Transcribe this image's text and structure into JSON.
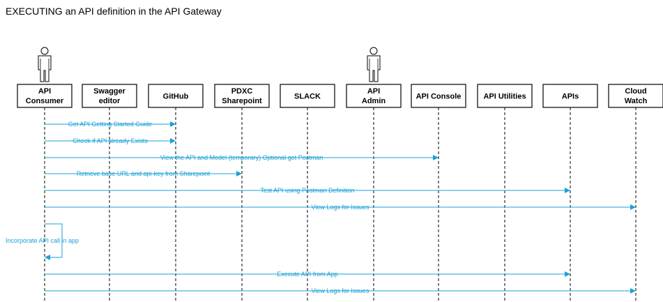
{
  "title": "EXECUTING an API definition in the API Gateway",
  "colors": {
    "message": "#1aa0d8",
    "lifeline": "#000000",
    "box_border": "#000000"
  },
  "participants": [
    {
      "id": "consumer",
      "label": [
        "API",
        "Consumer"
      ],
      "actor": true
    },
    {
      "id": "swagger",
      "label": [
        "Swagger",
        "editor"
      ],
      "actor": false
    },
    {
      "id": "github",
      "label": [
        "GitHub"
      ],
      "actor": false
    },
    {
      "id": "pdxc",
      "label": [
        "PDXC",
        "Sharepoint"
      ],
      "actor": false
    },
    {
      "id": "slack",
      "label": [
        "SLACK"
      ],
      "actor": false
    },
    {
      "id": "admin",
      "label": [
        "API",
        "Admin"
      ],
      "actor": true
    },
    {
      "id": "console",
      "label": [
        "API Console"
      ],
      "actor": false
    },
    {
      "id": "utilities",
      "label": [
        "API Utilities"
      ],
      "actor": false
    },
    {
      "id": "apis",
      "label": [
        "APIs"
      ],
      "actor": false
    },
    {
      "id": "cloudwatch",
      "label": [
        "Cloud",
        "Watch"
      ],
      "actor": false
    }
  ],
  "messages": [
    {
      "from": "consumer",
      "to": "github",
      "label": "Get API Getting Started Guide"
    },
    {
      "from": "consumer",
      "to": "github",
      "label": "Check if API already Exists"
    },
    {
      "from": "consumer",
      "to": "console",
      "label": "View the API and Model (temporary) Optional get Postman"
    },
    {
      "from": "consumer",
      "to": "pdxc",
      "label": "Retrieve base URL and api-key from Sharepoint"
    },
    {
      "from": "consumer",
      "to": "apis",
      "label": "Test API using Postman Definition"
    },
    {
      "from": "consumer",
      "to": "cloudwatch",
      "label": "View Logs for Issues"
    },
    {
      "from": "consumer",
      "to": "consumer",
      "label": "Incorporate API call in app",
      "self": true
    },
    {
      "from": "consumer",
      "to": "apis",
      "label": "Execute API from App"
    },
    {
      "from": "consumer",
      "to": "cloudwatch",
      "label": "View Logs for Issues"
    }
  ]
}
